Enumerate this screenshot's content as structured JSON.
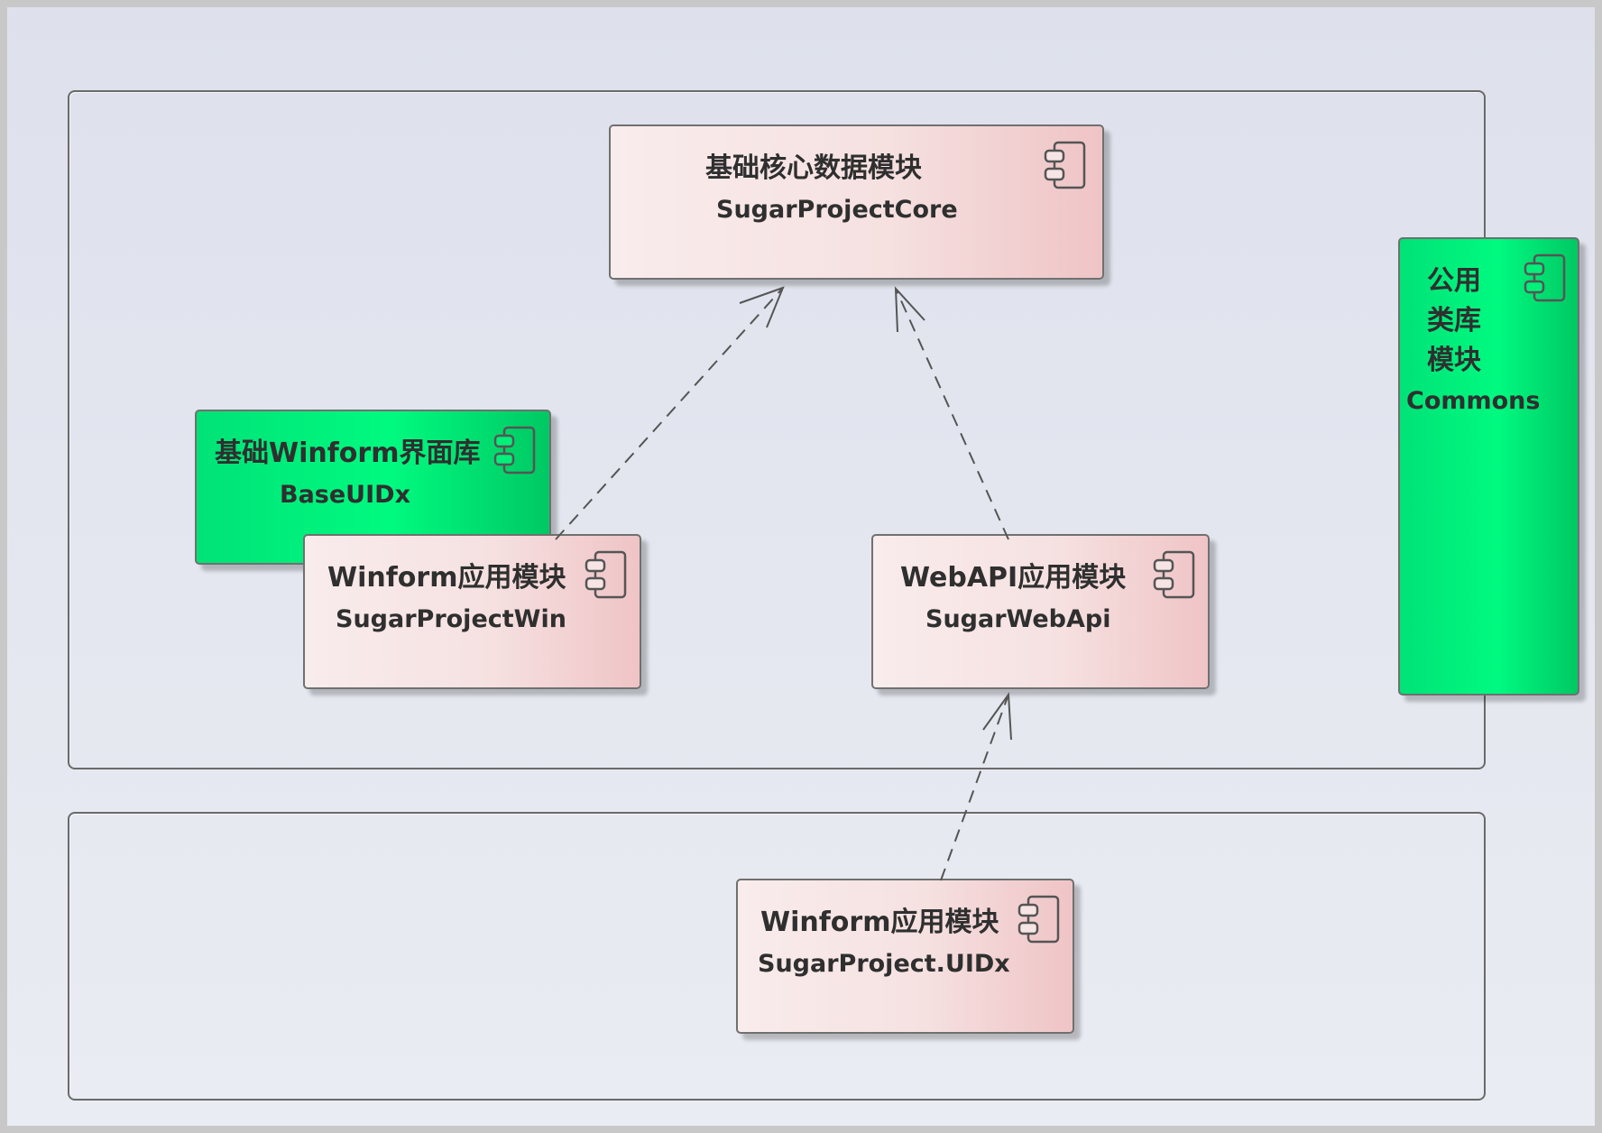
{
  "diagram": {
    "frames": [
      {
        "id": "upper-layer"
      },
      {
        "id": "lower-layer"
      }
    ],
    "components": {
      "core": {
        "title": "基础核心数据模块",
        "name": "SugarProjectCore",
        "fill": "#f6e1e1",
        "icon": "component-icon"
      },
      "baseui": {
        "title": "基础Winform界面库",
        "name": "BaseUIDx",
        "fill": "#00f07a",
        "icon": "component-icon"
      },
      "win": {
        "title": "Winform应用模块",
        "name": "SugarProjectWin",
        "fill": "#f6e1e1",
        "icon": "component-icon"
      },
      "webapi": {
        "title": "WebAPI应用模块",
        "name": "SugarWebApi",
        "fill": "#f6e1e1",
        "icon": "component-icon"
      },
      "uidx": {
        "title": "Winform应用模块",
        "name": "SugarProject.UIDx",
        "fill": "#f6e1e1",
        "icon": "component-icon"
      },
      "commons": {
        "title_lines": [
          "公用",
          "类库",
          "模块"
        ],
        "name": "Commons",
        "fill": "#00f07a",
        "icon": "component-icon"
      }
    },
    "dependencies": [
      {
        "from": "SugarProjectWin",
        "to": "SugarProjectCore",
        "style": "dashed-open-arrow"
      },
      {
        "from": "SugarWebApi",
        "to": "SugarProjectCore",
        "style": "dashed-open-arrow"
      },
      {
        "from": "SugarProject.UIDx",
        "to": "SugarWebApi",
        "style": "dashed-open-arrow"
      }
    ]
  }
}
